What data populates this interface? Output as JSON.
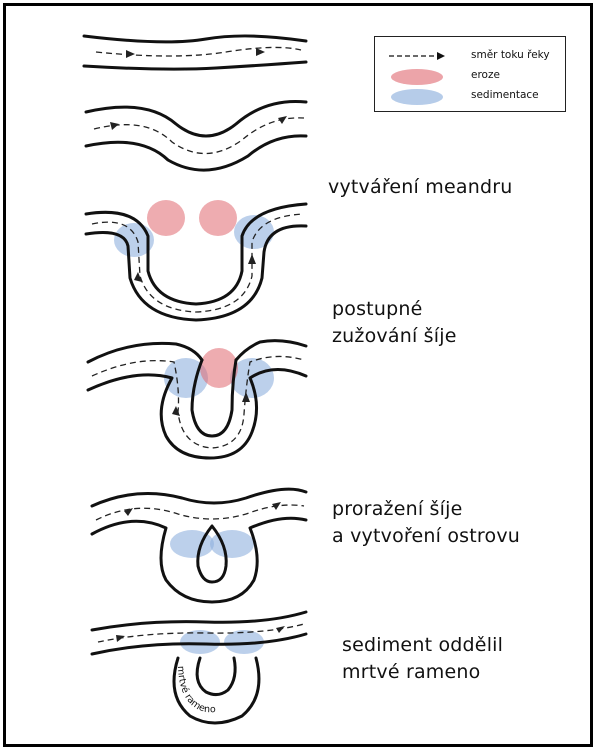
{
  "legend": {
    "flow_direction": "směr toku řeky",
    "erosion": "eroze",
    "sedimentation": "sedimentace"
  },
  "stages": [
    {
      "label": "vytváření meandru"
    },
    {
      "label_line1": "postupné",
      "label_line2": "zužování šíje"
    },
    {
      "label_line1": "proražení šíje",
      "label_line2": "a vytvoření ostrovu"
    },
    {
      "label_line1": "sediment oddělil",
      "label_line2": "mrtvé rameno"
    }
  ],
  "oxbow_label": "mrtvé rameno",
  "colors": {
    "erosion": "#e06870",
    "sedimentation": "#8fb0dd",
    "line": "#111111"
  }
}
